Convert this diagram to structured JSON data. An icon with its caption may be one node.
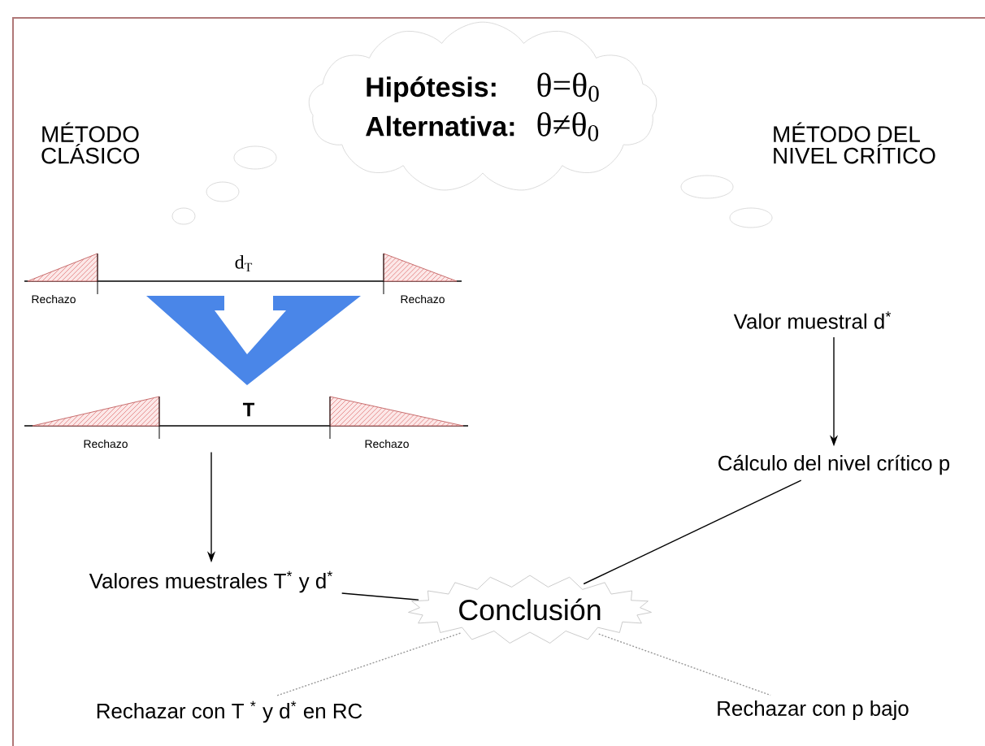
{
  "diagram": {
    "nodes": [
      {
        "text": [
          "Hipótesis:",
          "θ=θ$_{0}$",
          "Alternativa:",
          "θ≠θ$_{0}$"
        ]
      },
      {
        "text": [],
        "shape": "picture"
      },
      {
        "text": [
          "Valores muestrales T$^{*}$ y d$^{*}$"
        ]
      },
      {
        "text": [
          "Valor muestral d$^{*}$"
        ]
      },
      {
        "text": [
          "Cálculo del nivel crítico p"
        ]
      },
      {
        "text": [
          "Conclusión"
        ]
      },
      {
        "text": [
          "Rechazar con T $^{*}$ y d$^{*}$ en RC"
        ]
      },
      {
        "text": [
          "Rechazar con p bajo"
        ]
      }
    ],
    "edges": [
      {
        "from": 1,
        "to": 2,
        "arrow": "to"
      },
      {
        "from": 3,
        "to": 4,
        "arrow": "to"
      },
      {
        "from": 2,
        "to": 5,
        "arrow": "none"
      },
      {
        "from": 4,
        "to": 5,
        "arrow": "none"
      },
      {
        "from": 5,
        "to": 6,
        "arrow": "none",
        "style": "dashed",
        "color": "#999999"
      },
      {
        "from": 5,
        "to": 7,
        "arrow": "none",
        "style": "dashed",
        "color": "#999999"
      }
    ],
    "labels": [
      "MÉTODO CLÁSICO",
      "MÉTODO DEL NIVEL CRÍTICO",
      "d$_{T}$",
      "Rechazo",
      "Rechazo",
      "T",
      "Rechazo",
      "Rechazo"
    ]
  }
}
